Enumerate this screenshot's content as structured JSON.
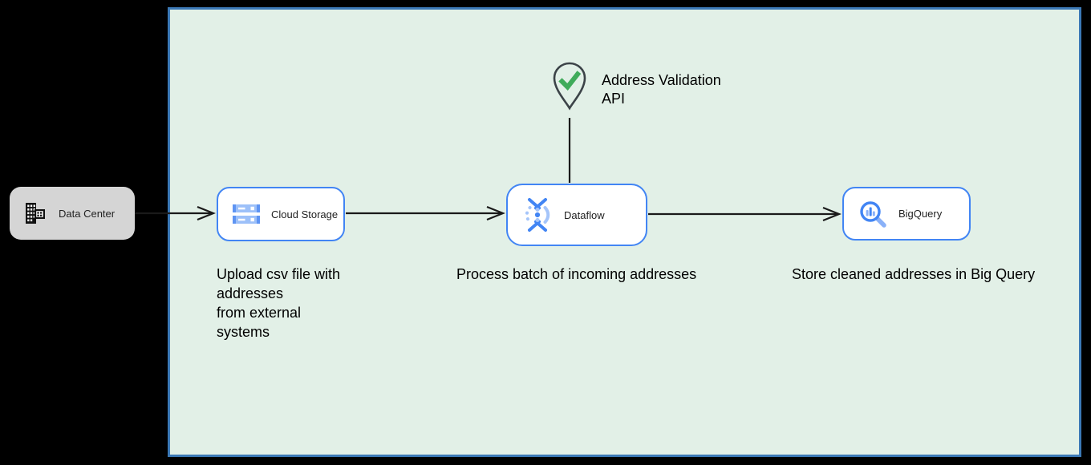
{
  "title": "Address validation pipeline diagram",
  "colors": {
    "page_bg": "#000000",
    "container_fill": "#e2f0e7",
    "container_border": "#3c79b6",
    "node_border": "#4285f4",
    "node_fill": "#ffffff",
    "data_center_fill": "#d5d5d5",
    "icon_blue": "#4285f4",
    "icon_light_blue": "#9cc0f9",
    "check_green": "#3fab5a",
    "pin_outline": "#3c4348",
    "arrow": "#1a1a1a"
  },
  "nodes": {
    "data_center": {
      "label": "Data Center",
      "icon": "building-icon"
    },
    "cloud_storage": {
      "label": "Cloud Storage",
      "icon": "cloud-storage-icon",
      "caption": "Upload csv file with\naddresses\nfrom external\nsystems"
    },
    "dataflow": {
      "label": "Dataflow",
      "icon": "dataflow-icon",
      "caption": "Process batch of incoming addresses"
    },
    "bigquery": {
      "label": "BigQuery",
      "icon": "bigquery-icon",
      "caption": "Store cleaned addresses in Big Query"
    },
    "address_validation_api": {
      "label": "Address Validation\nAPI",
      "icon": "map-pin-check-icon"
    }
  },
  "connections": [
    {
      "from": "data_center",
      "to": "cloud_storage",
      "type": "arrow"
    },
    {
      "from": "cloud_storage",
      "to": "dataflow",
      "type": "arrow"
    },
    {
      "from": "dataflow",
      "to": "bigquery",
      "type": "arrow"
    },
    {
      "from": "address_validation_api",
      "to": "dataflow",
      "type": "line"
    }
  ]
}
